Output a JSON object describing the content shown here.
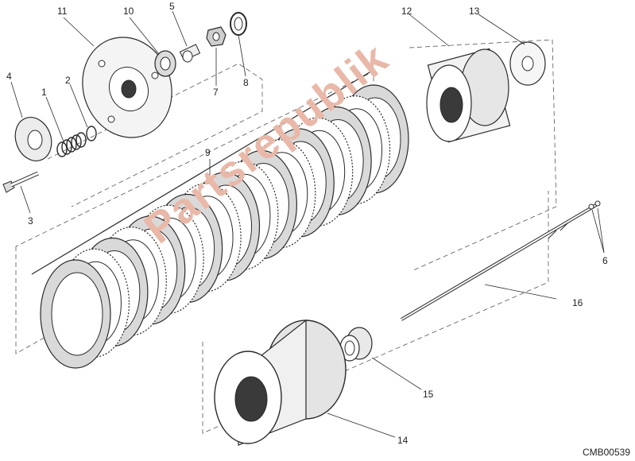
{
  "diagram": {
    "part_callouts": [
      "1",
      "2",
      "3",
      "4",
      "5",
      "6",
      "7",
      "8",
      "9",
      "10",
      "11",
      "12",
      "13",
      "14",
      "15",
      "16"
    ],
    "drawing_code": "CMB00539",
    "watermark_text": "Partsrepublik"
  },
  "colors": {
    "line": "#2a2a2a",
    "fill": "#ffffff",
    "dark": "#3a3a3a",
    "watermark": "#e9b8a8"
  }
}
